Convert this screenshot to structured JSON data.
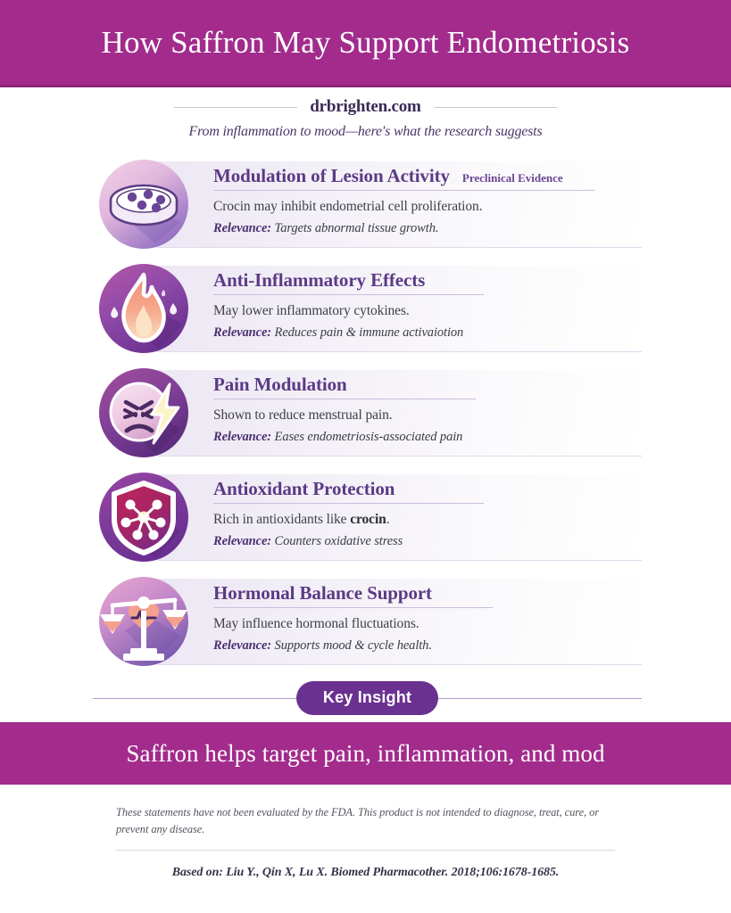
{
  "header": {
    "title": "How Saffron May Support Endometriosis",
    "band_color": "#A22B8C"
  },
  "brand": {
    "name": "drbrighten.com",
    "tagline": "From inflammation to mood—here's what the research suggests"
  },
  "cards": [
    {
      "icon": "petri-dish-icon",
      "title": "Modulation of Lesion Activity",
      "tag": "Preclinical Evidence",
      "desc_pre": "Crocin may inhibit endometrial cell proliferation.",
      "desc_bold": "",
      "desc_post": "",
      "relevance_label": "Relevance:",
      "relevance_text": " Targets abnormal tissue growth."
    },
    {
      "icon": "flame-icon",
      "title": "Anti-Inflammatory Effects",
      "tag": "",
      "desc_pre": "May lower inflammatory cytokines.",
      "desc_bold": "",
      "desc_post": "",
      "relevance_label": "Relevance:",
      "relevance_text": " Reduces pain & immune activaiotion"
    },
    {
      "icon": "angry-face-lightning-icon",
      "title": "Pain Modulation",
      "tag": "",
      "desc_pre": "Shown to reduce menstrual pain.",
      "desc_bold": "",
      "desc_post": "",
      "relevance_label": "Relevance:",
      "relevance_text": " Eases endometriosis-associated pain"
    },
    {
      "icon": "shield-molecule-icon",
      "title": "Antioxidant Protection",
      "tag": "",
      "desc_pre": "Rich in antioxidants like ",
      "desc_bold": "crocin",
      "desc_post": ".",
      "relevance_label": "Relevance:",
      "relevance_text": " Counters oxidative stress"
    },
    {
      "icon": "balance-scale-heart-icon",
      "title": "Hormonal Balance Support",
      "tag": "",
      "desc_pre": "May influence hormonal fluctuations.",
      "desc_bold": "",
      "desc_post": "",
      "relevance_label": "Relevance:",
      "relevance_text": " Supports mood & cycle health."
    }
  ],
  "key_insight": {
    "pill_label": "Key Insight",
    "pill_color": "#6B3191",
    "banner_text": "Saffron helps target pain, inflammation, and mod"
  },
  "footer": {
    "disclaimer": "These statements have not been evaluated by the FDA. This product is not intended to diagnose, treat, cure, or prevent any disease.",
    "citation": "Based on: Liu Y., Qin X, Lu X. Biomed Pharmacother. 2018;106:1678-1685."
  }
}
